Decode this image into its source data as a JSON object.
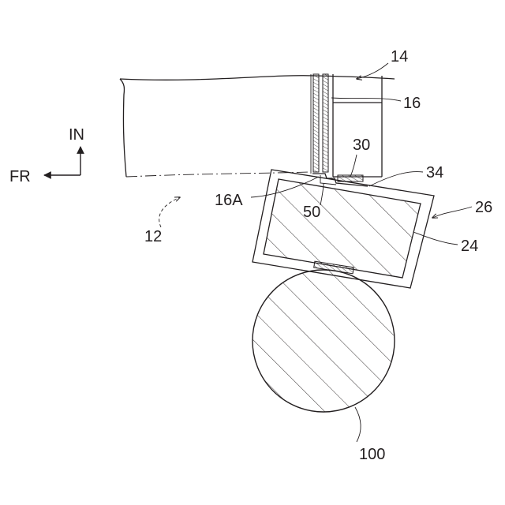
{
  "labels": {
    "ref_14": "14",
    "ref_16": "16",
    "ref_30": "30",
    "ref_34": "34",
    "ref_26": "26",
    "ref_24": "24",
    "ref_16a": "16A",
    "ref_50": "50",
    "ref_12": "12",
    "ref_100": "100"
  },
  "orientation": {
    "up_label": "IN",
    "left_label": "FR"
  }
}
